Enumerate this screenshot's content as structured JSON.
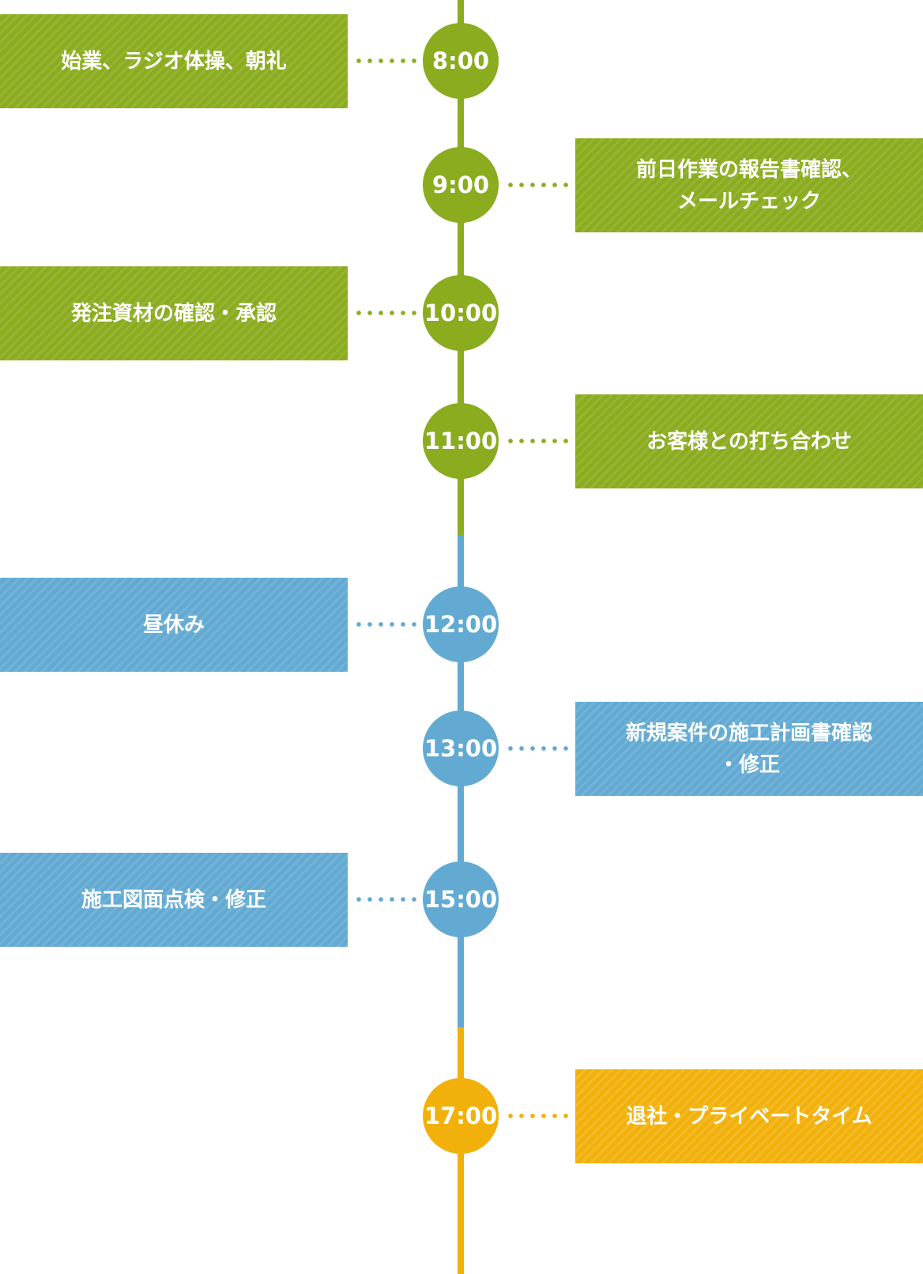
{
  "colors": {
    "morning": "#8aac1e",
    "afternoon": "#63aad3",
    "evening": "#f2b10a"
  },
  "events": [
    {
      "time": "8:00",
      "label": "始業、ラジオ体操、朝礼",
      "side": "left",
      "color": "green"
    },
    {
      "time": "9:00",
      "label": "前日作業の報告書確認、\nメールチェック",
      "side": "right",
      "color": "green"
    },
    {
      "time": "10:00",
      "label": "発注資材の確認・承認",
      "side": "left",
      "color": "green"
    },
    {
      "time": "11:00",
      "label": "お客様との打ち合わせ",
      "side": "right",
      "color": "green"
    },
    {
      "time": "12:00",
      "label": "昼休み",
      "side": "left",
      "color": "blue"
    },
    {
      "time": "13:00",
      "label": "新規案件の施工計画書確認\n・修正",
      "side": "right",
      "color": "blue"
    },
    {
      "time": "15:00",
      "label": "施工図面点検・修正",
      "side": "left",
      "color": "blue"
    },
    {
      "time": "17:00",
      "label": "退社・プライベートタイム",
      "side": "right",
      "color": "orange"
    }
  ]
}
